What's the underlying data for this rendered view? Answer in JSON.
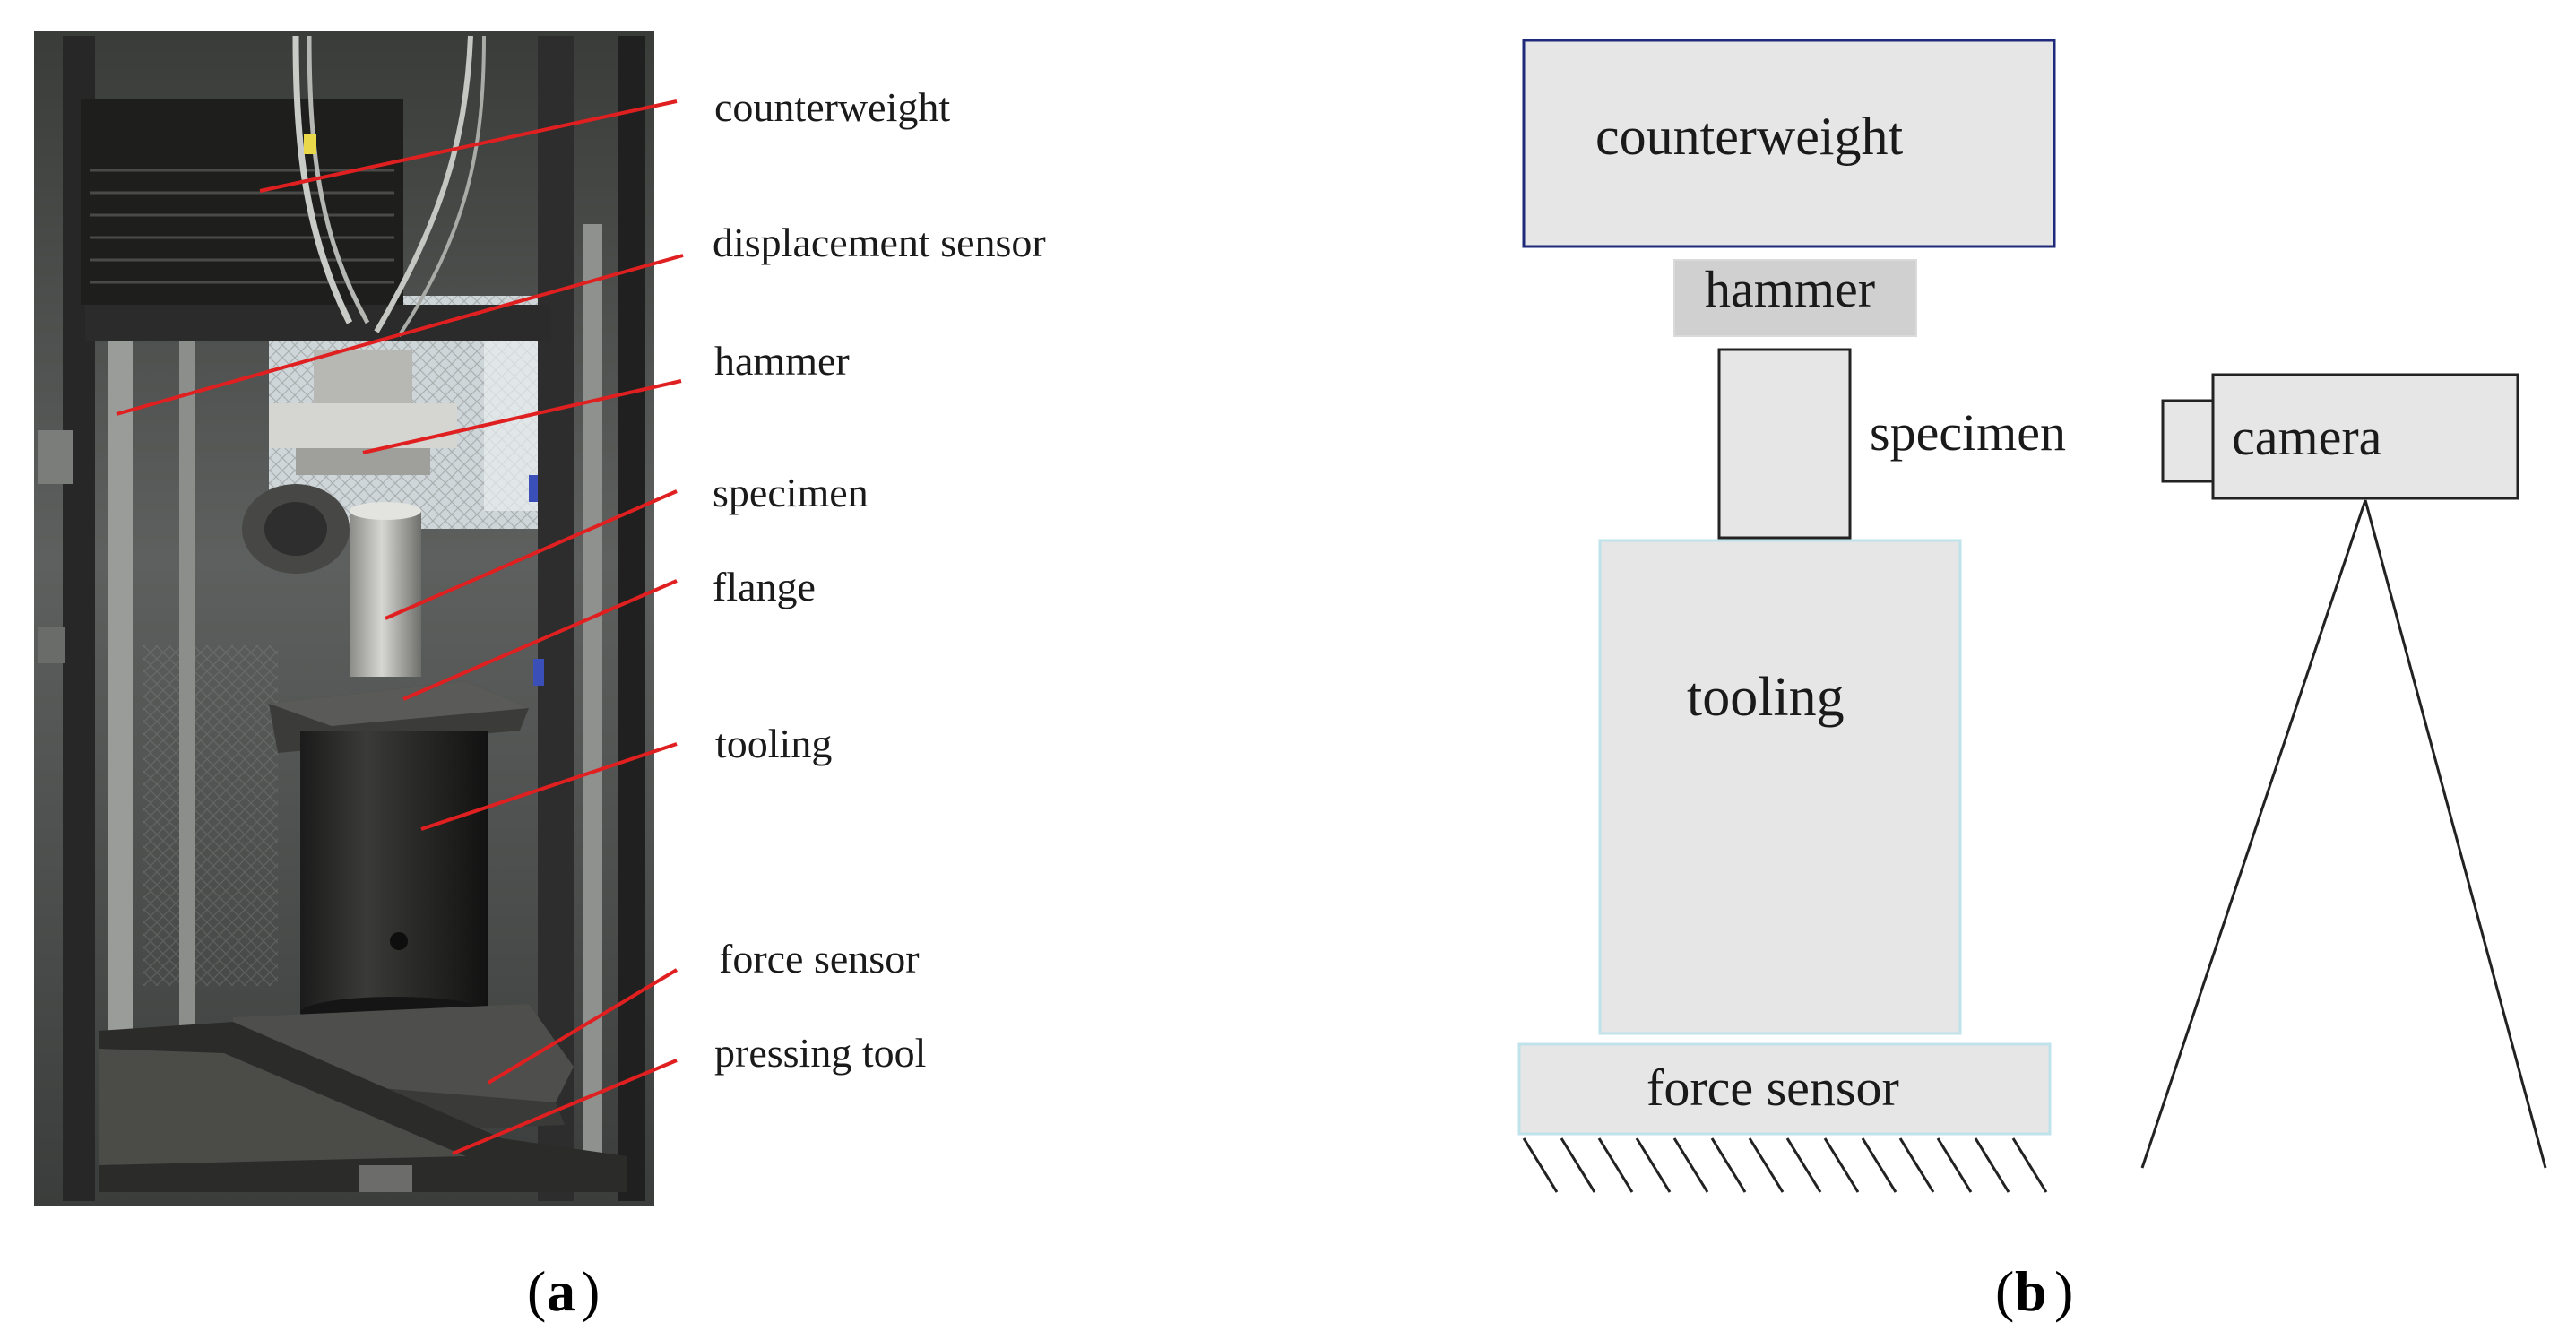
{
  "panel_a": {
    "labels": {
      "counterweight": "counterweight",
      "displacement_sensor": "displacement sensor",
      "hammer": "hammer",
      "specimen": "specimen",
      "flange": "flange",
      "tooling": "tooling",
      "force_sensor": "force sensor",
      "pressing_tool": "pressing tool"
    },
    "caption": "a"
  },
  "panel_b": {
    "boxes": {
      "counterweight": "counterweight",
      "hammer": "hammer",
      "specimen": "specimen",
      "tooling": "tooling",
      "force_sensor": "force sensor",
      "camera": "camera"
    },
    "caption": "b"
  },
  "colors": {
    "leader_line": "#e02020",
    "box_fill": "#e6e6e6",
    "hammer_fill": "#d0d0d0",
    "counterweight_border": "#1f2a7a",
    "light_border": "#bfe3ea"
  }
}
